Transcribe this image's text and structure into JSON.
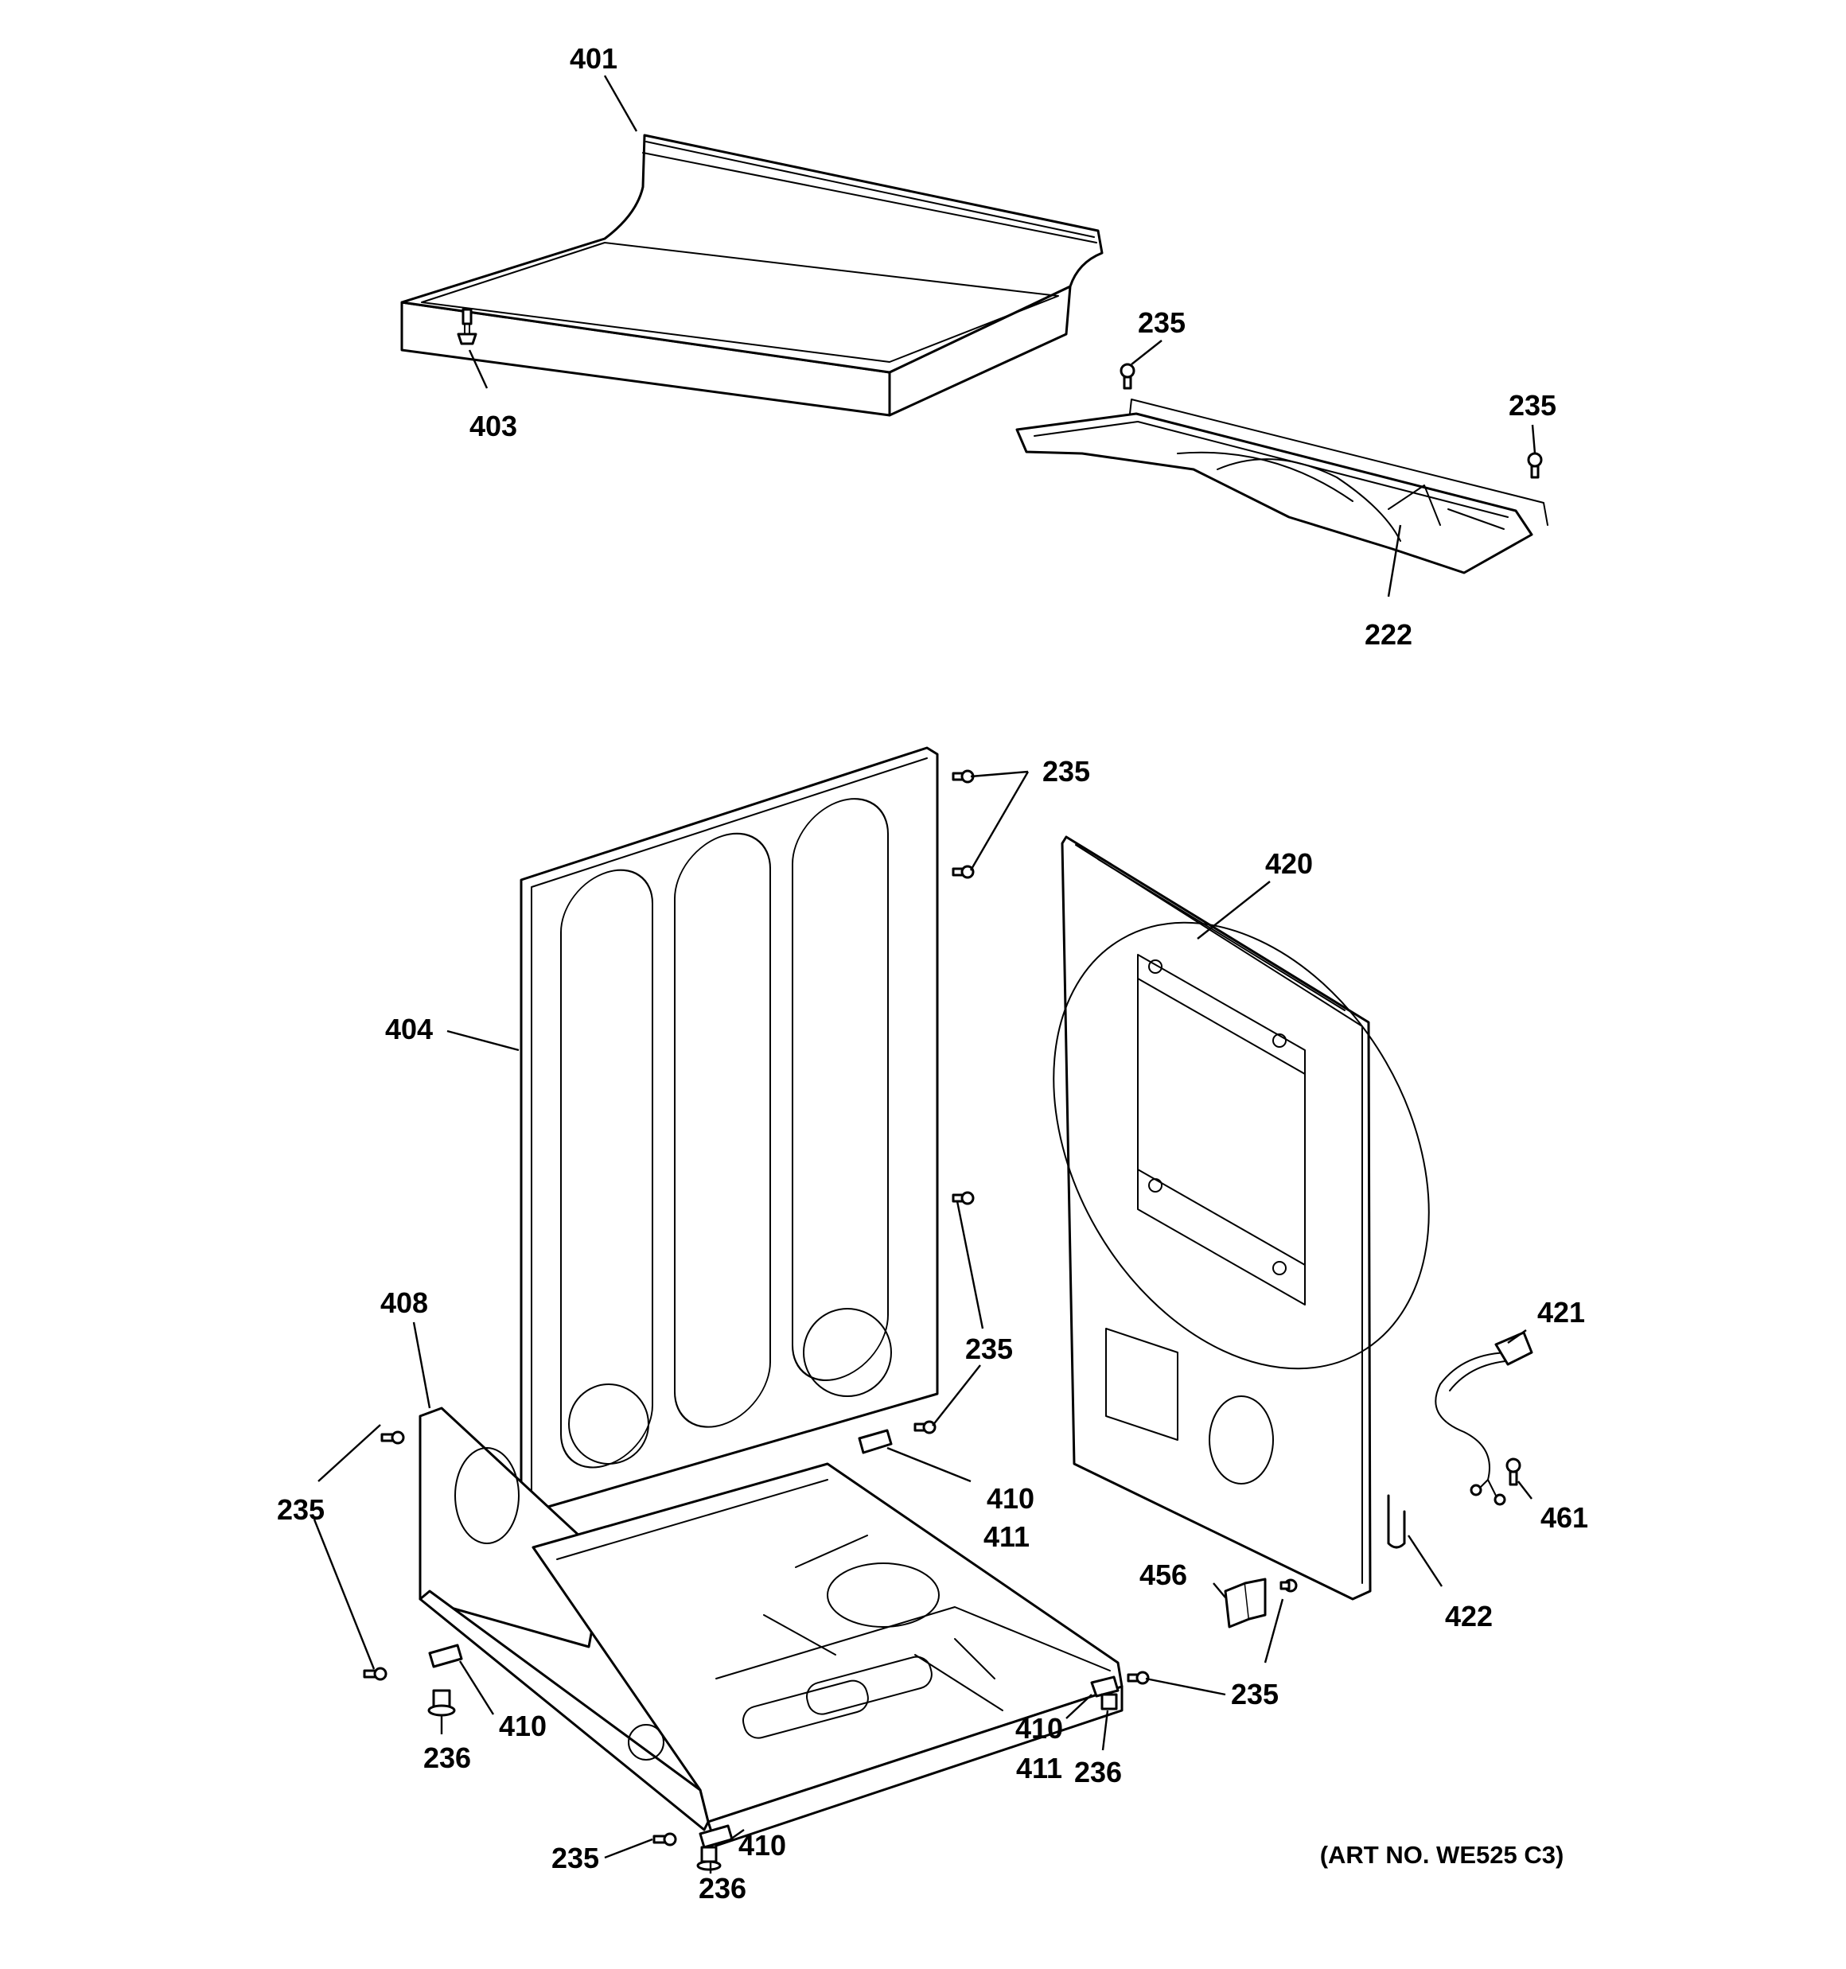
{
  "labels": {
    "l401": "401",
    "l403": "403",
    "l235a": "235",
    "l235b": "235",
    "l222": "222",
    "l235c": "235",
    "l420": "420",
    "l404": "404",
    "l408": "408",
    "l235d": "235",
    "l421": "421",
    "l235e": "235",
    "l410a": "410",
    "l411a": "411",
    "l461": "461",
    "l456": "456",
    "l422": "422",
    "l235f": "235",
    "l410b": "410",
    "l236a": "236",
    "l410c": "410",
    "l411b": "411",
    "l236b": "236",
    "l235g": "235",
    "l410d": "410",
    "l236c": "236"
  },
  "art_number": "(ART NO. WE525 C3)"
}
